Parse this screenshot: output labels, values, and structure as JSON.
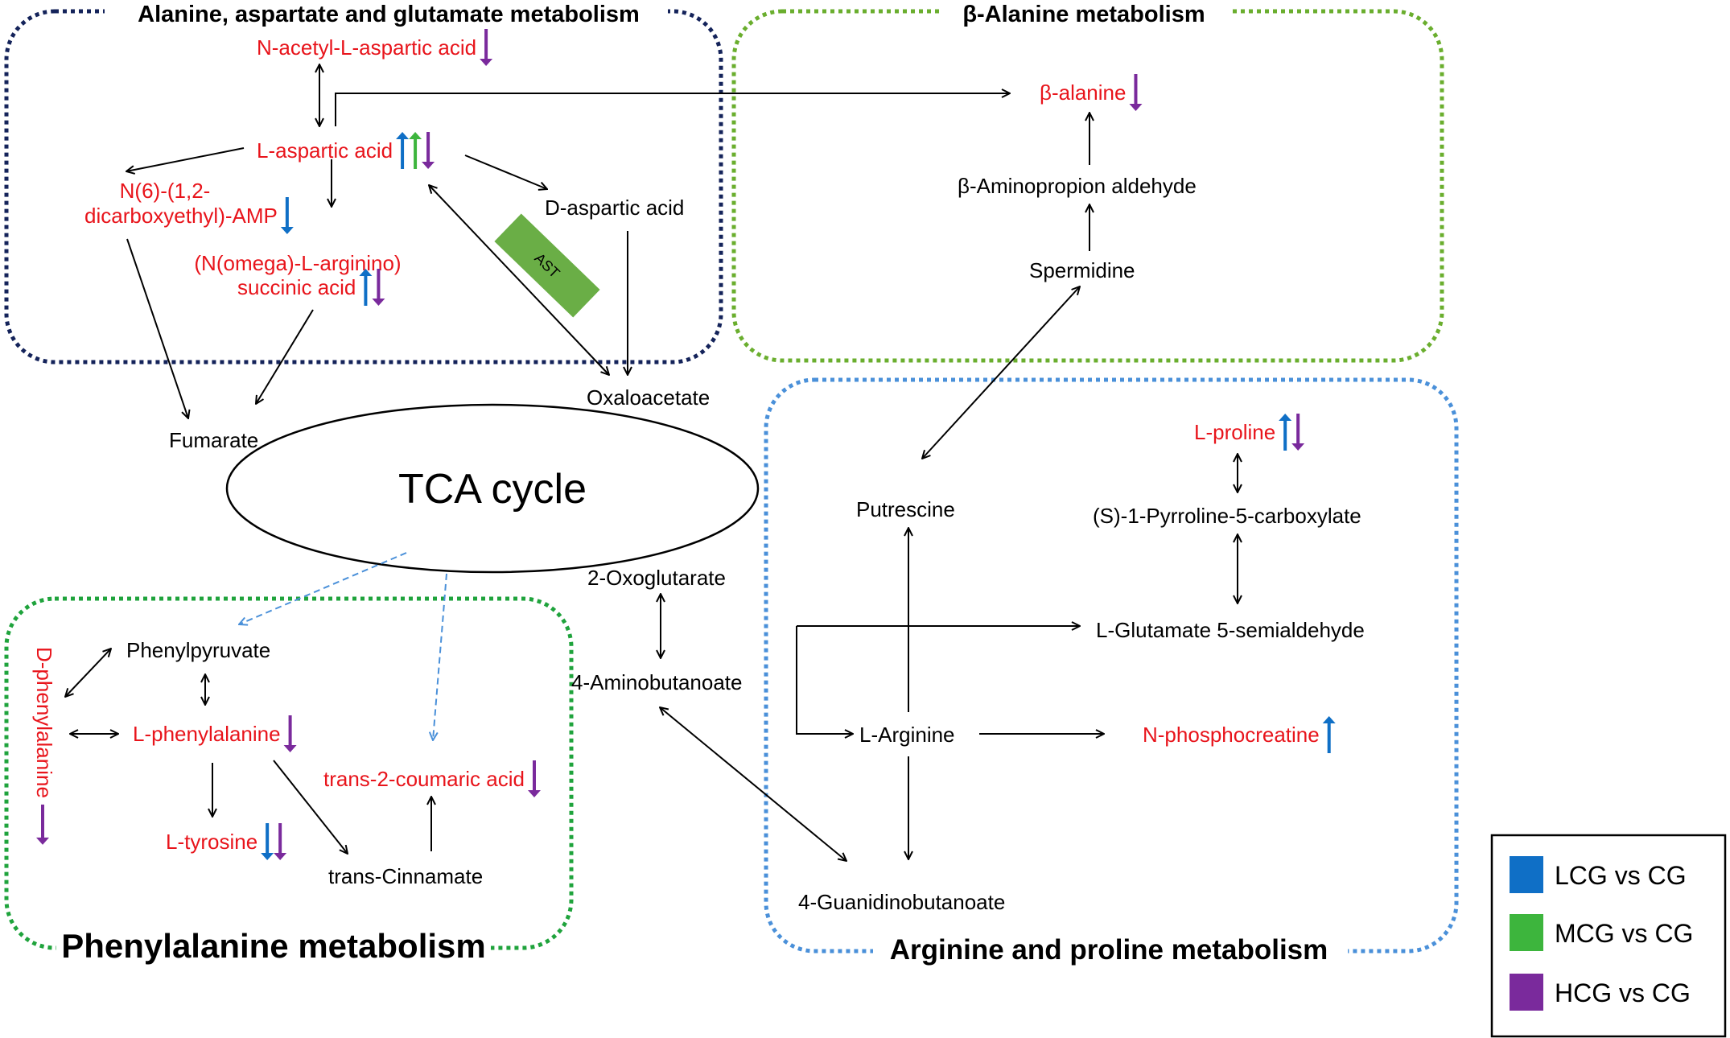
{
  "colors": {
    "significant_text": "#e8141b",
    "normal_text": "#000000",
    "lcg": "#0f6fc6",
    "mcg": "#3db53d",
    "hcg": "#7a2a9c",
    "ast_box": "#6aae46",
    "box_alanine_aspartate": "#14235a",
    "box_beta_alanine": "#6aae2e",
    "box_phenylalanine": "#1fa33c",
    "box_arginine_proline": "#4a90d9"
  },
  "pathways": {
    "alanine_aspartate_glutamate": "Alanine, aspartate and glutamate metabolism",
    "beta_alanine": "β-Alanine metabolism",
    "phenylalanine": "Phenylalanine metabolism",
    "arginine_proline": "Arginine and proline metabolism"
  },
  "center": {
    "tca": "TCA cycle"
  },
  "enzyme": {
    "ast": "AST"
  },
  "metabolites": {
    "n_acetyl_aspartic": {
      "label": "N-acetyl-L-aspartic acid",
      "significant": true,
      "arrows": [
        {
          "group": "hcg",
          "dir": "down"
        }
      ]
    },
    "l_aspartic": {
      "label": "L-aspartic acid",
      "significant": true,
      "arrows": [
        {
          "group": "lcg",
          "dir": "up"
        },
        {
          "group": "mcg",
          "dir": "up"
        },
        {
          "group": "hcg",
          "dir": "down"
        }
      ]
    },
    "n6_amp_line1": {
      "label": "N(6)-(1,2-",
      "significant": true
    },
    "n6_amp_line2": {
      "label": "dicarboxyethyl)-AMP",
      "significant": true,
      "arrows": [
        {
          "group": "lcg",
          "dir": "down"
        }
      ]
    },
    "argininosuccinic_line1": {
      "label": "(N(omega)-L-arginino)",
      "significant": true
    },
    "argininosuccinic_line2": {
      "label": "succinic acid",
      "significant": true,
      "arrows": [
        {
          "group": "lcg",
          "dir": "up"
        },
        {
          "group": "hcg",
          "dir": "down"
        }
      ]
    },
    "d_aspartic": {
      "label": "D-aspartic acid",
      "significant": false
    },
    "fumarate": {
      "label": "Fumarate",
      "significant": false
    },
    "oxaloacetate": {
      "label": "Oxaloacetate",
      "significant": false
    },
    "beta_alanine": {
      "label": "β-alanine",
      "significant": true,
      "arrows": [
        {
          "group": "hcg",
          "dir": "down"
        }
      ]
    },
    "beta_aminopropion": {
      "label": "β-Aminopropion aldehyde",
      "significant": false
    },
    "spermidine": {
      "label": "Spermidine",
      "significant": false
    },
    "oxoglutarate": {
      "label": "2-Oxoglutarate",
      "significant": false
    },
    "aminobutanoate": {
      "label": "4-Aminobutanoate",
      "significant": false
    },
    "phenylpyruvate": {
      "label": "Phenylpyruvate",
      "significant": false
    },
    "d_phenylalanine": {
      "label": "D-phenylalanine",
      "significant": true,
      "arrows": [
        {
          "group": "hcg",
          "dir": "down"
        }
      ]
    },
    "l_phenylalanine": {
      "label": "L-phenylalanine",
      "significant": true,
      "arrows": [
        {
          "group": "hcg",
          "dir": "down"
        }
      ]
    },
    "trans2coumaric": {
      "label": "trans-2-coumaric acid",
      "significant": true,
      "arrows": [
        {
          "group": "hcg",
          "dir": "down"
        }
      ]
    },
    "l_tyrosine": {
      "label": "L-tyrosine",
      "significant": true,
      "arrows": [
        {
          "group": "lcg",
          "dir": "down"
        },
        {
          "group": "hcg",
          "dir": "down"
        }
      ]
    },
    "trans_cinnamate": {
      "label": "trans-Cinnamate",
      "significant": false
    },
    "l_proline": {
      "label": "L-proline",
      "significant": true,
      "arrows": [
        {
          "group": "lcg",
          "dir": "up"
        },
        {
          "group": "hcg",
          "dir": "down"
        }
      ]
    },
    "putrescine": {
      "label": "Putrescine",
      "significant": false
    },
    "pyrroline": {
      "label": "(S)-1-Pyrroline-5-carboxylate",
      "significant": false
    },
    "glutamate_semialdehyde": {
      "label": "L-Glutamate 5-semialdehyde",
      "significant": false
    },
    "l_arginine": {
      "label": "L-Arginine",
      "significant": false
    },
    "n_phosphocreatine": {
      "label": "N-phosphocreatine",
      "significant": true,
      "arrows": [
        {
          "group": "lcg",
          "dir": "up"
        }
      ]
    },
    "guanidinobutanoate": {
      "label": "4-Guanidinobutanoate",
      "significant": false
    }
  },
  "legend": [
    {
      "group": "lcg",
      "label": "LCG vs CG"
    },
    {
      "group": "mcg",
      "label": "MCG vs CG"
    },
    {
      "group": "hcg",
      "label": "HCG vs CG"
    }
  ]
}
